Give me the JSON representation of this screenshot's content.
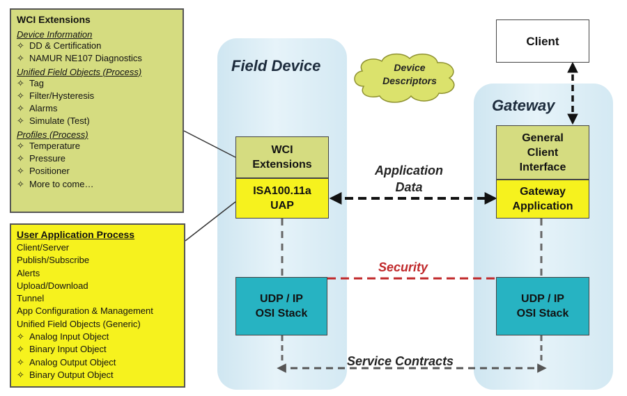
{
  "wci_panel": {
    "heading": "WCI Extensions",
    "sections": [
      {
        "title": "Device Information",
        "items": [
          "DD & Certification",
          "NAMUR NE107 Diagnostics"
        ]
      },
      {
        "title": "Unified Field Objects (Process)",
        "items": [
          "Tag",
          "Filter/Hysteresis",
          "Alarms",
          "Simulate (Test)"
        ]
      },
      {
        "title": "Profiles (Process)",
        "items": [
          "Temperature",
          "Pressure",
          "Positioner",
          "More to come…"
        ]
      }
    ]
  },
  "uap_panel": {
    "heading": "User Application Process",
    "items": [
      "Client/Server",
      "Publish/Subscribe",
      "Alerts",
      "Upload/Download",
      "Tunnel",
      "App Configuration & Management",
      "Unified Field Objects (Generic)"
    ],
    "object_items": [
      "Analog Input Object",
      "Binary Input Object",
      "Analog Output Object",
      "Binary Output Object"
    ]
  },
  "field_device": {
    "title": "Field Device",
    "wci_box": "WCI Extensions",
    "uap_box": "ISA100.11a UAP",
    "stack_box": "UDP / IP OSI Stack"
  },
  "gateway": {
    "title": "Gateway",
    "gci_box": "General Client Interface",
    "app_box": "Gateway Application",
    "stack_box": "UDP / IP OSI Stack"
  },
  "client": {
    "label": "Client"
  },
  "cloud": {
    "label": "Device Descriptors"
  },
  "links": {
    "application_data": "Application Data",
    "security": "Security",
    "service_contracts": "Service Contracts"
  },
  "colors": {
    "green_panel": "#d5dc80",
    "yellow_panel": "#f6f21e",
    "stack_teal": "#27b3c2",
    "lane_blue": "#dcedf5",
    "security_red": "#c0282a"
  },
  "icons": {
    "list_bullet": "four-point-star-icon"
  }
}
